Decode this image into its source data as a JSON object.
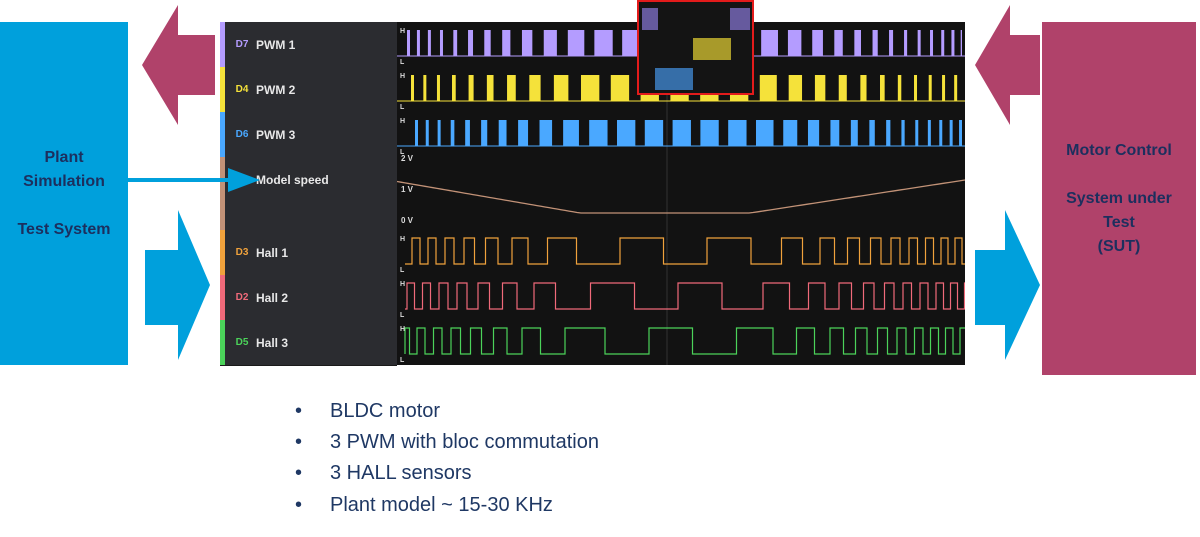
{
  "left_box": {
    "lines": [
      "Plant",
      "Simulation",
      "",
      "Test System"
    ]
  },
  "right_box": {
    "lines": [
      "Motor Control",
      "",
      "System under",
      "Test",
      "(SUT)"
    ]
  },
  "analyzer": {
    "channels": [
      {
        "id": "D7",
        "name": "PWM 1",
        "color": "#b49cff"
      },
      {
        "id": "D4",
        "name": "PWM 2",
        "color": "#f5e23a"
      },
      {
        "id": "D6",
        "name": "PWM 3",
        "color": "#4aa8ff"
      },
      {
        "id": "",
        "name": "Model speed",
        "color": "#c29277"
      },
      {
        "id": "D3",
        "name": "Hall 1",
        "color": "#f0a23c"
      },
      {
        "id": "D2",
        "name": "Hall 2",
        "color": "#f06a7a"
      },
      {
        "id": "D5",
        "name": "Hall 3",
        "color": "#4bd35a"
      }
    ],
    "hi_label": "H",
    "lo_label": "L",
    "speed_ticks": [
      "2 V",
      "1 V",
      "0 V"
    ]
  },
  "bullets": [
    "BLDC motor",
    "3 PWM with bloc commutation",
    "3 HALL sensors",
    "Plant model ~ 15-30 KHz"
  ],
  "bullet_char": "•",
  "colors": {
    "plant_blue": "#00a0dc",
    "sut_magenta": "#b0426a",
    "text_navy": "#1f3864"
  }
}
